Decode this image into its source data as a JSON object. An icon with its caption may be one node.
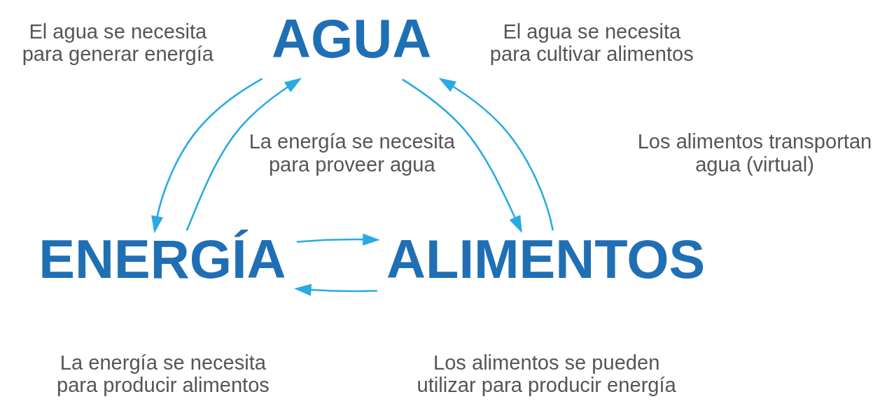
{
  "diagram": {
    "nodes": [
      {
        "text": [
          "AGUA"
        ]
      },
      {
        "text": [
          "ENERGÍA"
        ]
      },
      {
        "text": [
          "ALIMENTOS"
        ]
      }
    ],
    "edges": [
      {
        "from": 0,
        "to": 1,
        "arrow": "to"
      },
      {
        "from": 1,
        "to": 0,
        "arrow": "to"
      },
      {
        "from": 0,
        "to": 2,
        "arrow": "to"
      },
      {
        "from": 2,
        "to": 0,
        "arrow": "to"
      },
      {
        "from": 2,
        "to": 1,
        "arrow": "to"
      },
      {
        "from": 1,
        "to": 2,
        "arrow": "to"
      }
    ],
    "labels": [
      "El agua se necesita para generar energía",
      "El agua se necesita para cultivar alimentos",
      "La energía se necesita para proveer agua",
      "Los alimentos transportan agua (virtual)",
      "La energía se necesita para producir alimentos",
      "Los alimentos se pueden utilizar para producir energía"
    ]
  }
}
